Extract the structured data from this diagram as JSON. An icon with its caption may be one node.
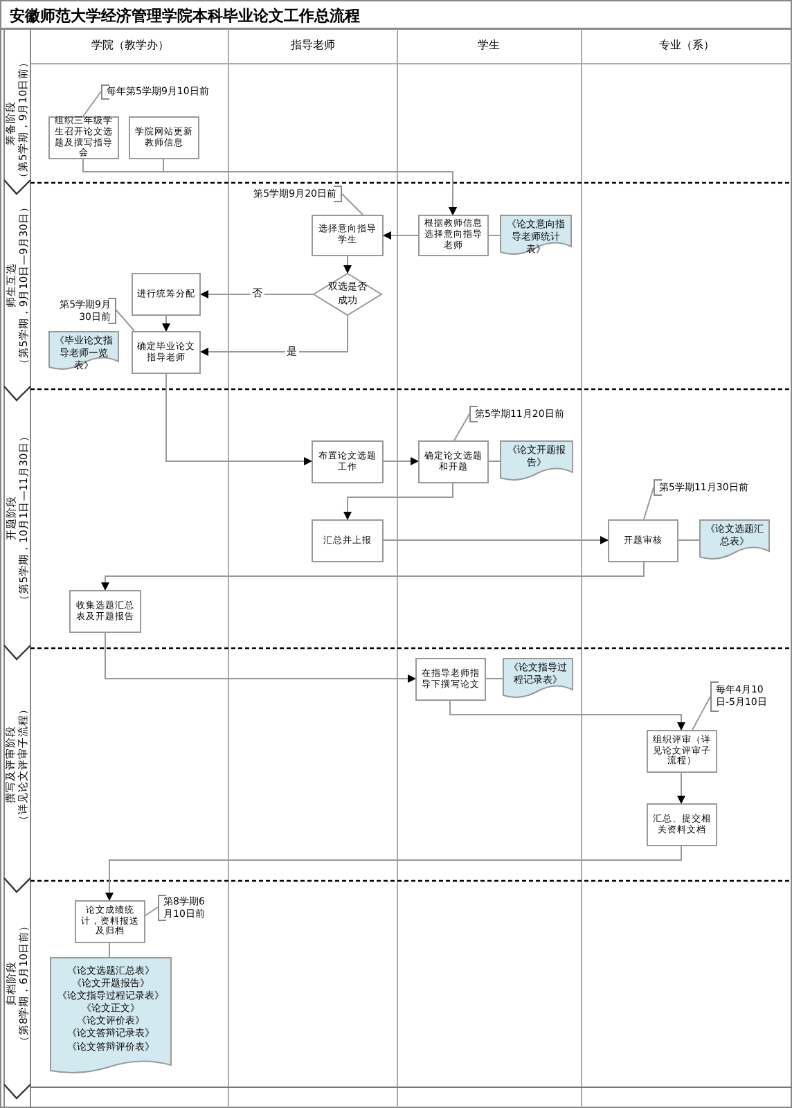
{
  "diagram": {
    "title": "安徽师范大学经济管理学院本科毕业论文工作总流程",
    "nodes": [
      {
        "text": [
          "每年第5学期9月10日前"
        ]
      },
      {
        "text": [
          "组织三年级学生召开论文选题及撰写指导会"
        ]
      },
      {
        "text": [
          "学院网站更新教师信息"
        ]
      },
      {
        "text": [
          "第5学期9月20日前"
        ]
      },
      {
        "text": [
          "选择意向指导学生"
        ]
      },
      {
        "text": [
          "根据教师信息选择意向指导老师"
        ]
      },
      {
        "text": [
          "《论文意向指导老师统计表》"
        ]
      },
      {
        "text": [
          "进行统筹分配"
        ]
      },
      {
        "text": [
          "双选是否成功"
        ]
      },
      {
        "text": [
          "第5学期9月30日前"
        ]
      },
      {
        "text": [
          "《毕业论文指导老师一览表》"
        ]
      },
      {
        "text": [
          "确定毕业论文指导老师"
        ]
      },
      {
        "text": [
          "第5学期11月20日前"
        ]
      },
      {
        "text": [
          "布置论文选题工作"
        ]
      },
      {
        "text": [
          "确定论文选题和开题"
        ]
      },
      {
        "text": [
          "《论文开题报告》"
        ]
      },
      {
        "text": [
          "第5学期11月30日前"
        ]
      },
      {
        "text": [
          "汇总并上报"
        ]
      },
      {
        "text": [
          "开题审核"
        ]
      },
      {
        "text": [
          "《论文选题汇总表》"
        ]
      },
      {
        "text": [
          "收集选题汇总表及开题报告"
        ]
      },
      {
        "text": [
          "在指导老师指导下撰写论文"
        ]
      },
      {
        "text": [
          "《论文指导过程记录表》"
        ]
      },
      {
        "text": [
          "每年4月10日-5月10日"
        ]
      },
      {
        "text": [
          "组织评审（详见论文评审子流程）"
        ]
      },
      {
        "text": [
          "汇总、提交相关资料文档"
        ]
      },
      {
        "text": [
          "论文成绩统计，资料报送及归档"
        ]
      },
      {
        "text": [
          "第8学期6月10日前"
        ]
      },
      {
        "text": [
          "《论文选题汇总表》",
          "《论文开题报告》",
          "《论文指导过程记录表》",
          "《论文正文》",
          "《论文评价表》",
          "《论文答辩记录表》",
          "《论文答辩评价表》"
        ]
      }
    ],
    "edges": [
      {
        "from": 0,
        "to": 1,
        "arrow": "none"
      },
      {
        "from": 1,
        "to": 5,
        "arrow": "to"
      },
      {
        "from": 2,
        "to": 5,
        "arrow": "to"
      },
      {
        "from": 3,
        "to": 4,
        "arrow": "none"
      },
      {
        "from": 5,
        "to": 4,
        "arrow": "to"
      },
      {
        "from": 5,
        "to": 6,
        "arrow": "none"
      },
      {
        "from": 4,
        "to": 8,
        "arrow": "to"
      },
      {
        "from": 8,
        "to": 7,
        "arrow": "to",
        "label": "否"
      },
      {
        "from": 8,
        "to": 11,
        "arrow": "to",
        "label": "是"
      },
      {
        "from": 7,
        "to": 11,
        "arrow": "to"
      },
      {
        "from": 9,
        "to": 11,
        "arrow": "none"
      },
      {
        "from": 11,
        "to": 13,
        "arrow": "to"
      },
      {
        "from": 13,
        "to": 14,
        "arrow": "to"
      },
      {
        "from": 12,
        "to": 14,
        "arrow": "none"
      },
      {
        "from": 14,
        "to": 15,
        "arrow": "none"
      },
      {
        "from": 14,
        "to": 17,
        "arrow": "to"
      },
      {
        "from": 17,
        "to": 18,
        "arrow": "to"
      },
      {
        "from": 16,
        "to": 18,
        "arrow": "none"
      },
      {
        "from": 18,
        "to": 19,
        "arrow": "none"
      },
      {
        "from": 18,
        "to": 20,
        "arrow": "to"
      },
      {
        "from": 20,
        "to": 21,
        "arrow": "to"
      },
      {
        "from": 21,
        "to": 22,
        "arrow": "none"
      },
      {
        "from": 21,
        "to": 24,
        "arrow": "to"
      },
      {
        "from": 23,
        "to": 24,
        "arrow": "none"
      },
      {
        "from": 24,
        "to": 25,
        "arrow": "to"
      },
      {
        "from": 25,
        "to": 26,
        "arrow": "to"
      },
      {
        "from": 27,
        "to": 26,
        "arrow": "none"
      },
      {
        "from": 26,
        "to": 28,
        "arrow": "none"
      }
    ],
    "labels": [
      "学院（教学办）",
      "指导老师",
      "学生",
      "专业（系）",
      "筹备阶段",
      "（第5学期，9月10日前）",
      "师生互选",
      "（第5学期，9月10日—9月30日）",
      "开题阶段",
      "（第5学期，10月1日—11月30日）",
      "撰写及评审阶段",
      "（详见论文评审子流程）",
      "归档阶段",
      "（第8学期，6月10日前）"
    ]
  }
}
